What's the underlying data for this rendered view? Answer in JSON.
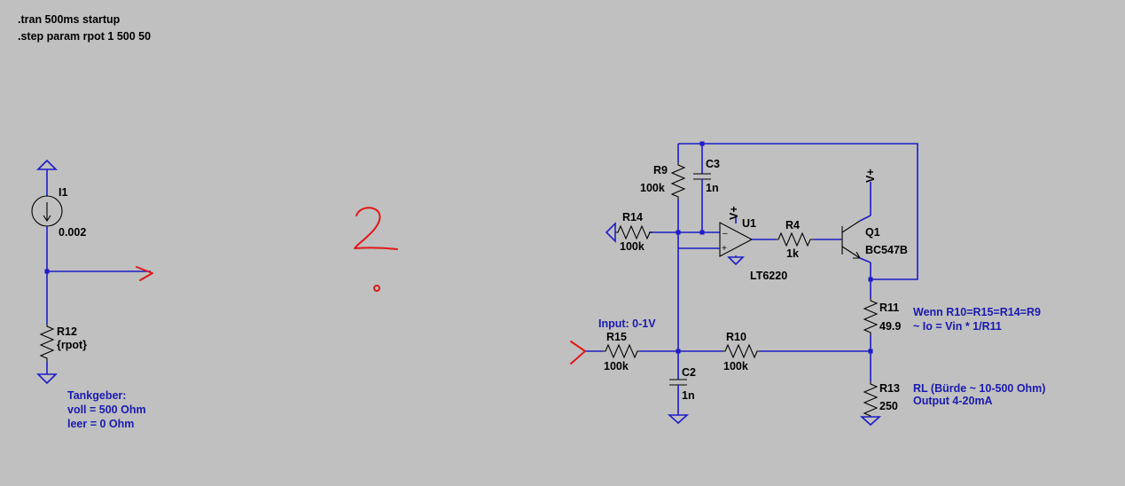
{
  "directives": [
    ".tran 500ms startup",
    ".step param rpot 1 500 50"
  ],
  "components": {
    "i1": {
      "ref": "I1",
      "value": "0.002"
    },
    "r12": {
      "ref": "R12",
      "value": "{rpot}"
    },
    "r9": {
      "ref": "R9",
      "value": "100k"
    },
    "c3": {
      "ref": "C3",
      "value": "1n"
    },
    "r14": {
      "ref": "R14",
      "value": "100k"
    },
    "u1": {
      "ref": "U1",
      "value": "LT6220",
      "supply": "V+"
    },
    "r4": {
      "ref": "R4",
      "value": "1k"
    },
    "q1": {
      "ref": "Q1",
      "value": "BC547B",
      "supply": "V+"
    },
    "r11": {
      "ref": "R11",
      "value": "49.9"
    },
    "r15": {
      "ref": "R15",
      "value": "100k"
    },
    "r10": {
      "ref": "R10",
      "value": "100k"
    },
    "c2": {
      "ref": "C2",
      "value": "1n"
    },
    "r13": {
      "ref": "R13",
      "value": "250"
    }
  },
  "notes": {
    "tank": [
      "Tankgeber:",
      "voll = 500 Ohm",
      "leer = 0 Ohm"
    ],
    "input": "Input: 0-1V",
    "formula": [
      "Wenn R10=R15=R14=R9",
      "~ Io = Vin * 1/R11"
    ],
    "load": [
      "RL (Bürde ~ 10-500 Ohm)",
      "Output 4-20mA"
    ]
  },
  "colors": {
    "background": "#c0c0c0",
    "wire": "#1c1cc8",
    "annotation": "#1a1ab0",
    "handwriting": "#e01818"
  }
}
